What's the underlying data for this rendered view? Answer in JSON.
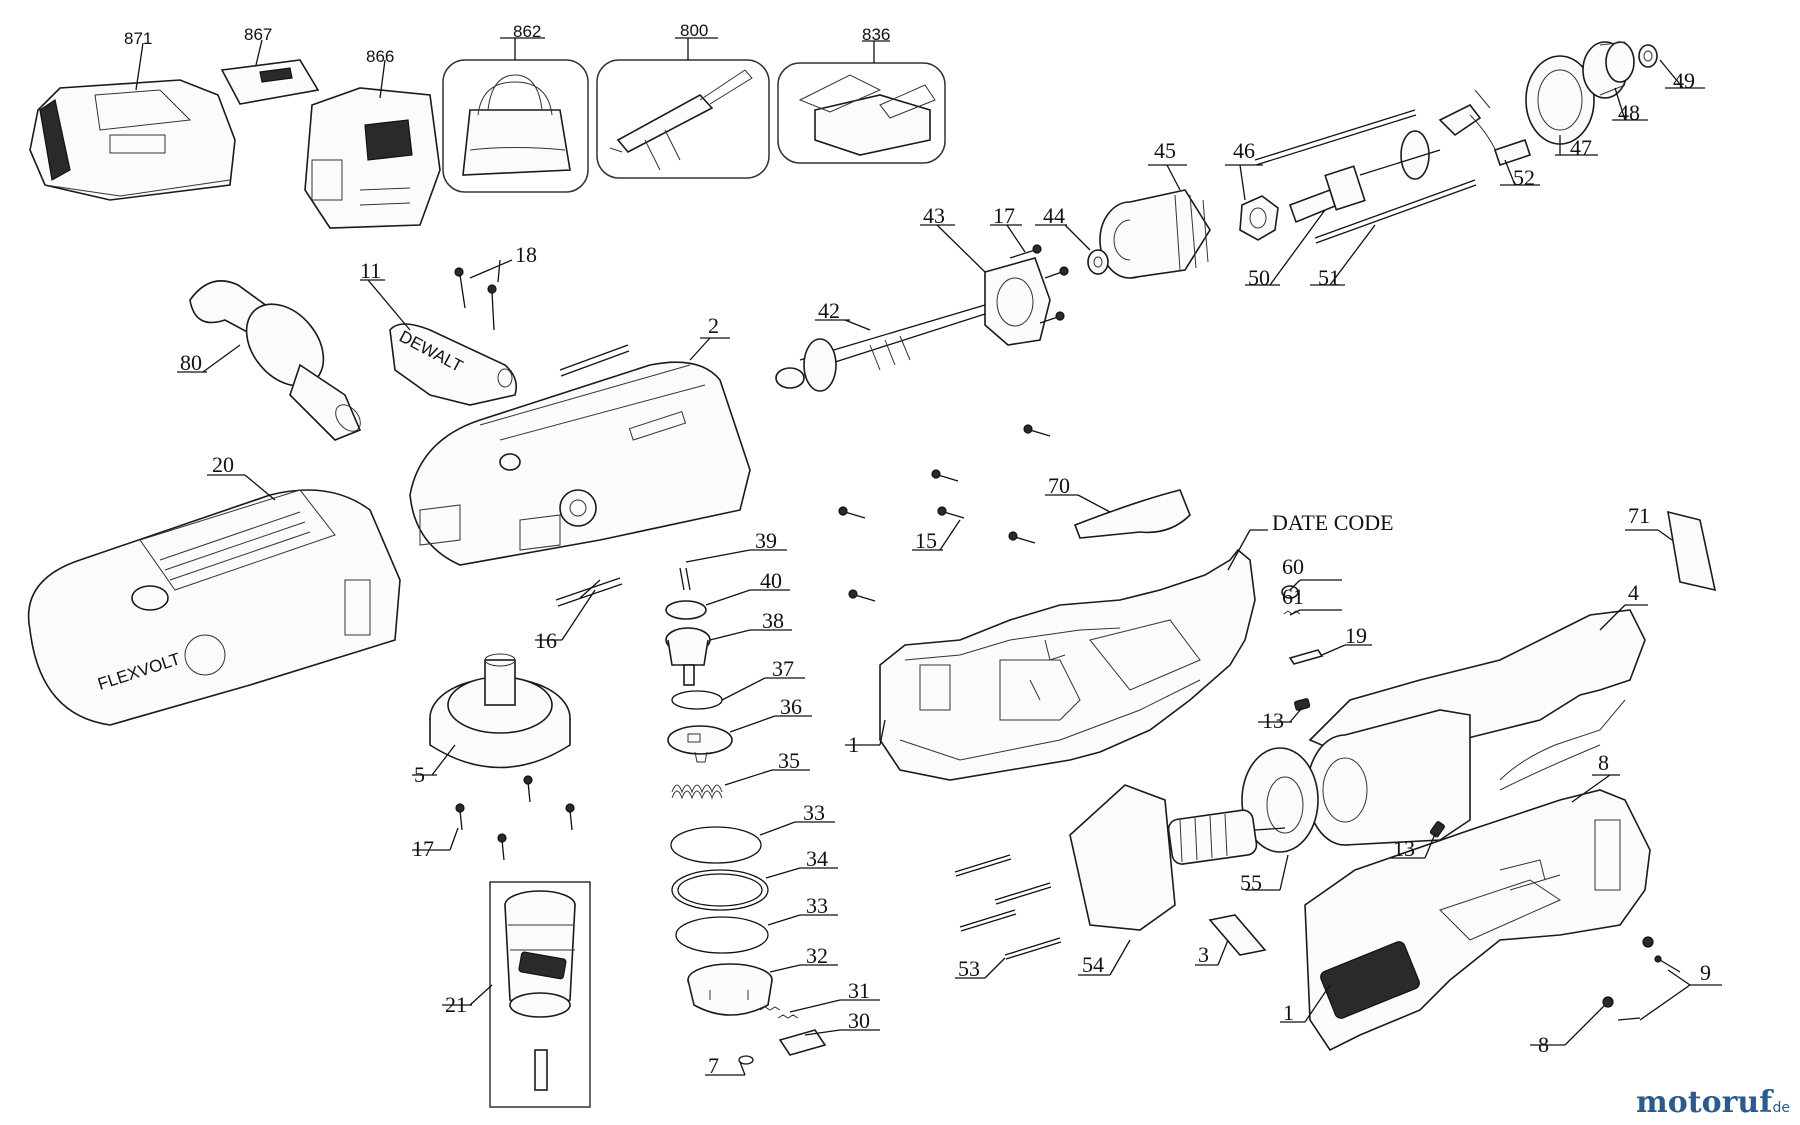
{
  "diagram": {
    "callouts": {
      "c871": "871",
      "c867": "867",
      "c866": "866",
      "c862": "862",
      "c800": "800",
      "c836": "836",
      "c49": "49",
      "c48": "48",
      "c47": "47",
      "c52": "52",
      "c45": "45",
      "c46": "46",
      "c43": "43",
      "c17a": "17",
      "c44": "44",
      "c50": "50",
      "c51": "51",
      "c42": "42",
      "c18": "18",
      "c11": "11",
      "c80": "80",
      "c2": "2",
      "c20": "20",
      "c70": "70",
      "c15": "15",
      "c39": "39",
      "c40": "40",
      "c38": "38",
      "c37": "37",
      "c36": "36",
      "c35": "35",
      "c33a": "33",
      "c34": "34",
      "c33b": "33",
      "c32": "32",
      "c31": "31",
      "c30": "30",
      "c7": "7",
      "c16": "16",
      "c5": "5",
      "c17b": "17",
      "c21": "21",
      "c1a": "1",
      "c1b": "1",
      "c60": "60",
      "c61": "61",
      "c19": "19",
      "c13a": "13",
      "c13b": "13",
      "c71": "71",
      "c4": "4",
      "c8a": "8",
      "c8b": "8",
      "c9": "9",
      "c55": "55",
      "c54": "54",
      "c53": "53",
      "c3": "3"
    },
    "date_code": "DATE CODE",
    "printed_brand_handle": "DEWALT",
    "printed_brand_housing": "FLEXVOLT",
    "watermark_main": "motoruf",
    "watermark_tld": ".de"
  }
}
